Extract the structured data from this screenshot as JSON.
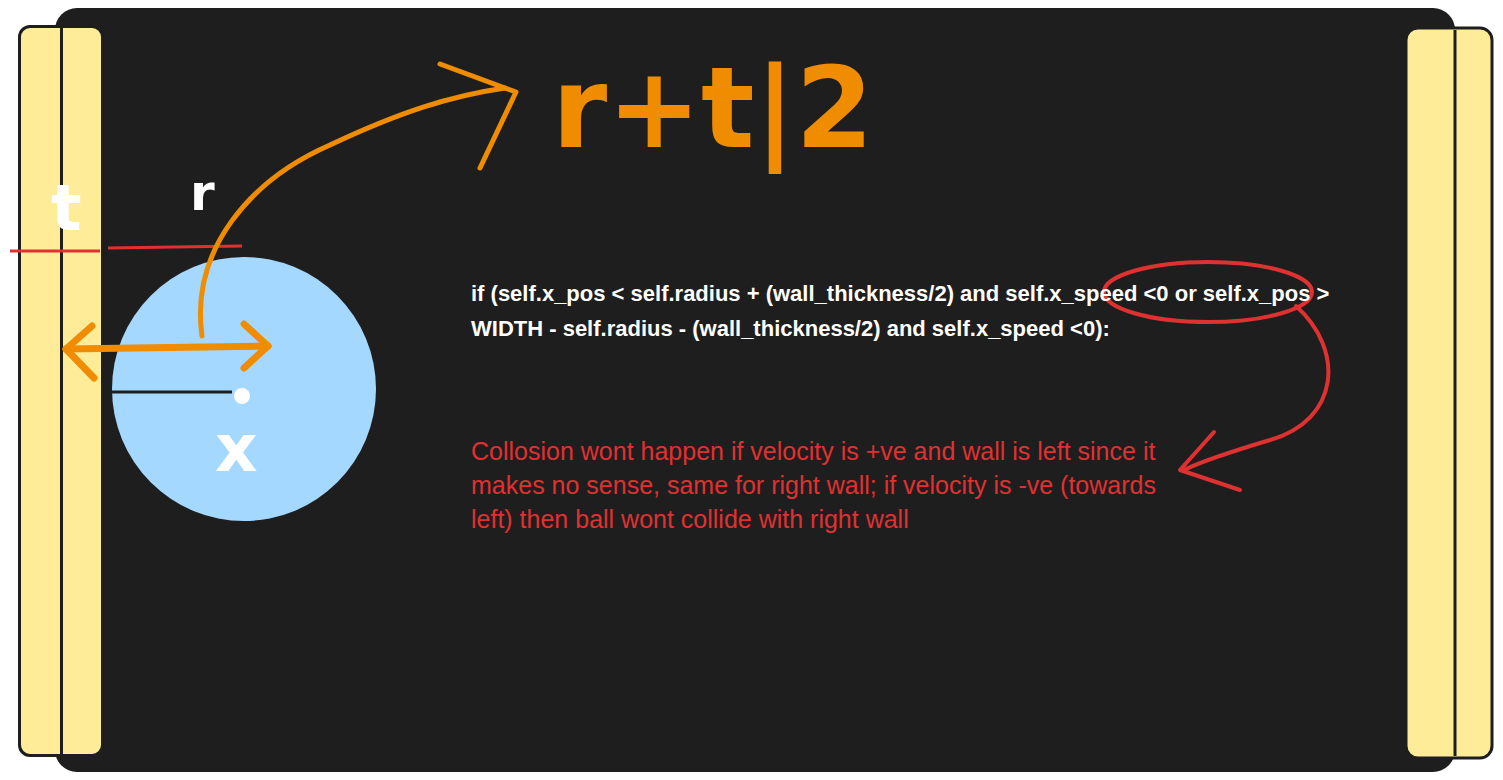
{
  "diagram": {
    "nodes": [
      {
        "text": [
          "t"
        ]
      },
      {
        "text": [
          "x"
        ]
      }
    ],
    "labels": [
      "r",
      "r+t|2",
      "if (self.x_pos < self.radius + (wall_thickness/2) and self.x_speed <0 or self.x_pos > WIDTH - self.radius - (wall_thickness/2) and self.x_speed <0):",
      "Collosion wont happen if velocity is +ve and wall is left since it makes no sense, same for right wall; if velocity is -ve (towards left) then ball wont collide with right wall"
    ]
  }
}
